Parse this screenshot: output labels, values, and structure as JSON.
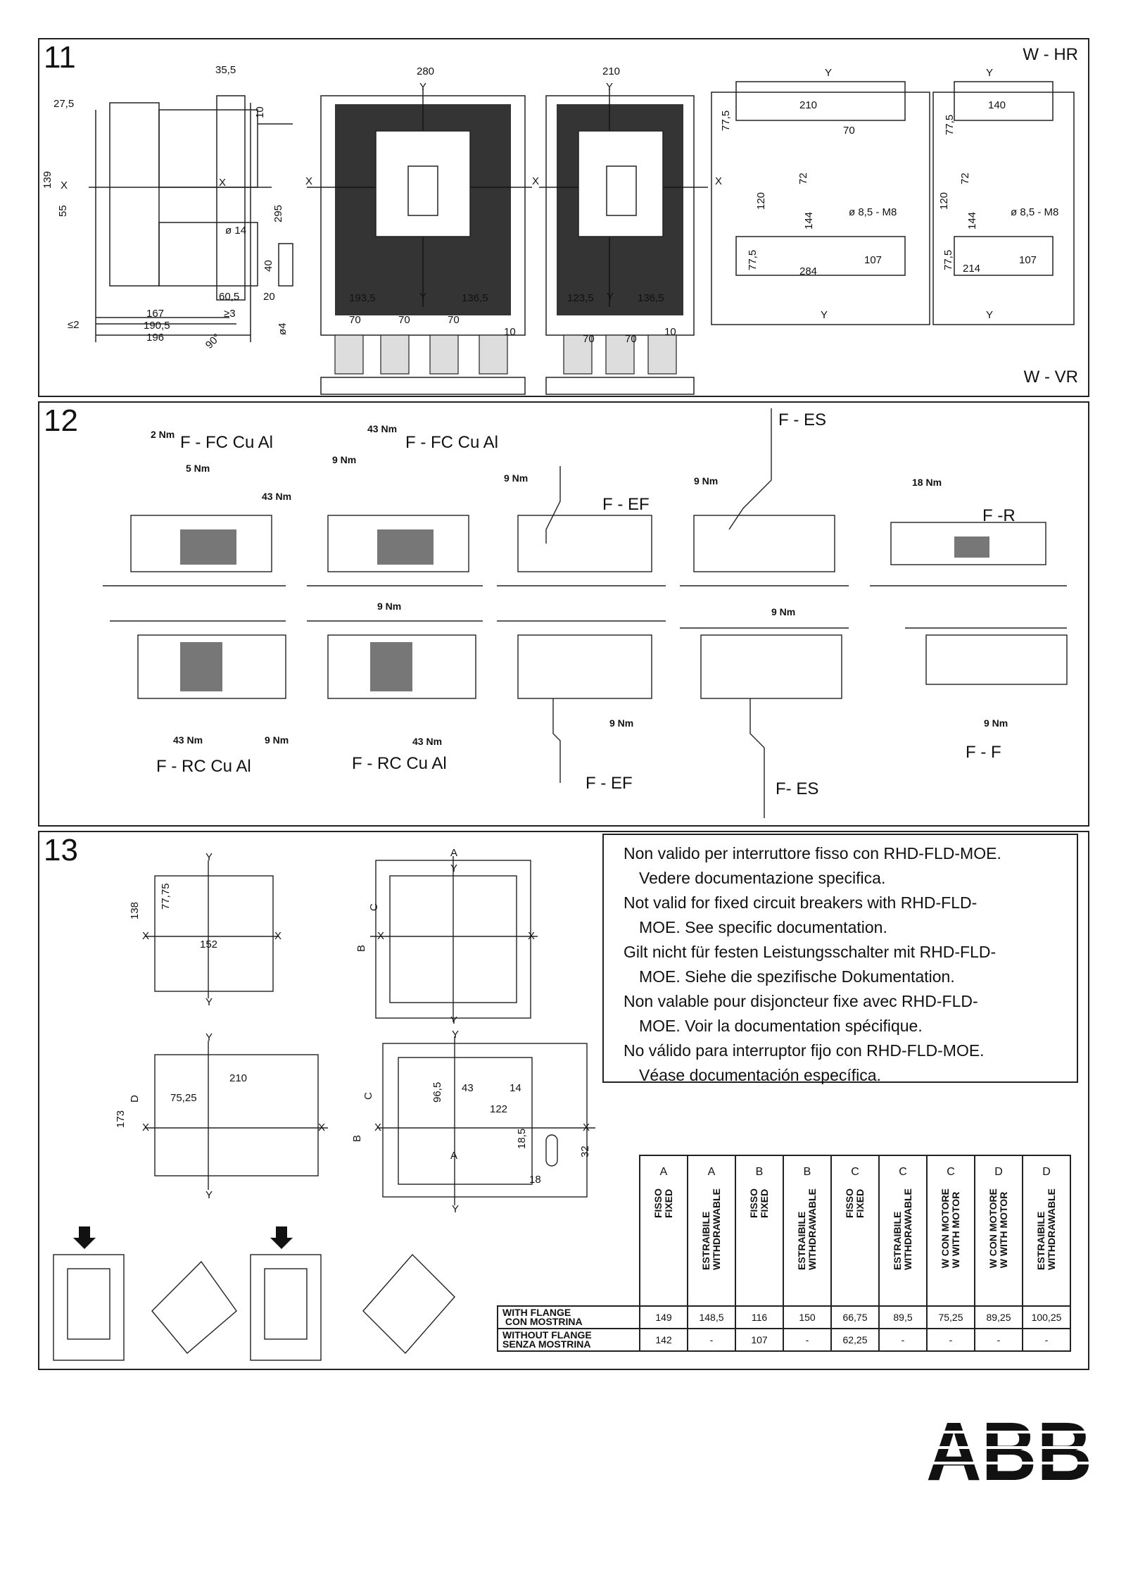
{
  "panels": {
    "p11": {
      "number": "11",
      "tag_top": "W - HR",
      "tag_bottom": "W - VR",
      "dims": [
        "35,5",
        "27,5",
        "10",
        "139",
        "X",
        "55",
        "X",
        "ø 14",
        "40",
        "60,5",
        "20",
        "295",
        "≥3",
        "167",
        "190,5",
        "196",
        "≤2",
        "90°",
        "ø4",
        "280",
        "Y",
        "X",
        "193,5",
        "Y",
        "136,5",
        "210",
        "Y",
        "X",
        "123,5",
        "Y",
        "136,5",
        "70",
        "70",
        "70",
        "10",
        "70",
        "70",
        "10",
        "77,5",
        "210",
        "70",
        "72",
        "120",
        "144",
        "ø 8,5 - M8",
        "77,5",
        "107",
        "284",
        "Y",
        "Y",
        "140",
        "77,5",
        "72",
        "120",
        "144",
        "ø 8,5 - M8",
        "77,5",
        "107",
        "214",
        "Y",
        "Y",
        "X"
      ]
    },
    "p12": {
      "number": "12",
      "labels": [
        "F - FC Cu Al",
        "F - FC Cu Al",
        "F - EF",
        "F - ES",
        "F -R",
        "F - RC Cu Al",
        "F - RC Cu Al",
        "F - EF",
        "F- ES",
        "F - F"
      ],
      "torques": [
        "2 Nm",
        "5 Nm",
        "43 Nm",
        "43 Nm",
        "9 Nm",
        "9 Nm",
        "9 Nm",
        "18 Nm",
        "9 Nm",
        "9 Nm",
        "43 Nm",
        "9 Nm",
        "43 Nm",
        "9 Nm",
        "9 Nm"
      ]
    },
    "p13": {
      "number": "13",
      "dims": [
        "Y",
        "138",
        "77,75",
        "X",
        "X",
        "152",
        "Y",
        "A",
        "Y",
        "B",
        "C",
        "X",
        "X",
        "Y",
        "Y",
        "173",
        "D",
        "210",
        "75,25",
        "X",
        "X",
        "Y",
        "Y",
        "43",
        "14",
        "96,5",
        "122",
        "C",
        "B",
        "X",
        "X",
        "A",
        "18,5",
        "32",
        "18",
        "Y"
      ],
      "note": [
        {
          "a": "Non valido per interruttore fisso con RHD-FLD-MOE.",
          "b": "Vedere documentazione specifica."
        },
        {
          "a": "Not valid for fixed circuit breakers with RHD-FLD-",
          "b": "MOE. See specific documentation."
        },
        {
          "a": "Gilt nicht für festen Leistungsschalter mit RHD-FLD-",
          "b": "MOE. Siehe die spezifische Dokumentation."
        },
        {
          "a": "Non valable pour disjoncteur fixe avec RHD-FLD-",
          "b": "MOE. Voir la documentation spécifique."
        },
        {
          "a": "No válido para interruptor fijo con RHD-FLD-MOE.",
          "b": "Véase documentación específica."
        }
      ],
      "table": {
        "columns": [
          {
            "letter": "A",
            "l1": "FISSO",
            "l2": "FIXED"
          },
          {
            "letter": "A",
            "l1": "ESTRAIBILE",
            "l2": "WITHDRAWABLE"
          },
          {
            "letter": "B",
            "l1": "FISSO",
            "l2": "FIXED"
          },
          {
            "letter": "B",
            "l1": "ESTRAIBILE",
            "l2": "WITHDRAWABLE"
          },
          {
            "letter": "C",
            "l1": "FISSO",
            "l2": "FIXED"
          },
          {
            "letter": "C",
            "l1": "ESTRAIBILE",
            "l2": "WITHDRAWABLE"
          },
          {
            "letter": "C",
            "l1": "W CON MOTORE",
            "l2": "W WITH MOTOR"
          },
          {
            "letter": "D",
            "l1": "W CON MOTORE",
            "l2": "W WITH MOTOR"
          },
          {
            "letter": "D",
            "l1": "ESTRAIBILE",
            "l2": "WITHDRAWABLE"
          }
        ],
        "rows": [
          {
            "h1": "WITH FLANGE",
            "h2": "CON MOSTRINA",
            "values": [
              "149",
              "148,5",
              "116",
              "150",
              "66,75",
              "89,5",
              "75,25",
              "89,25",
              "100,25"
            ]
          },
          {
            "h1": "WITHOUT FLANGE",
            "h2": "SENZA MOSTRINA",
            "values": [
              "142",
              "-",
              "107",
              "-",
              "62,25",
              "-",
              "-",
              "-",
              "-"
            ]
          }
        ]
      }
    }
  },
  "logo": {
    "text": "ABB",
    "color": "#e2001a"
  }
}
